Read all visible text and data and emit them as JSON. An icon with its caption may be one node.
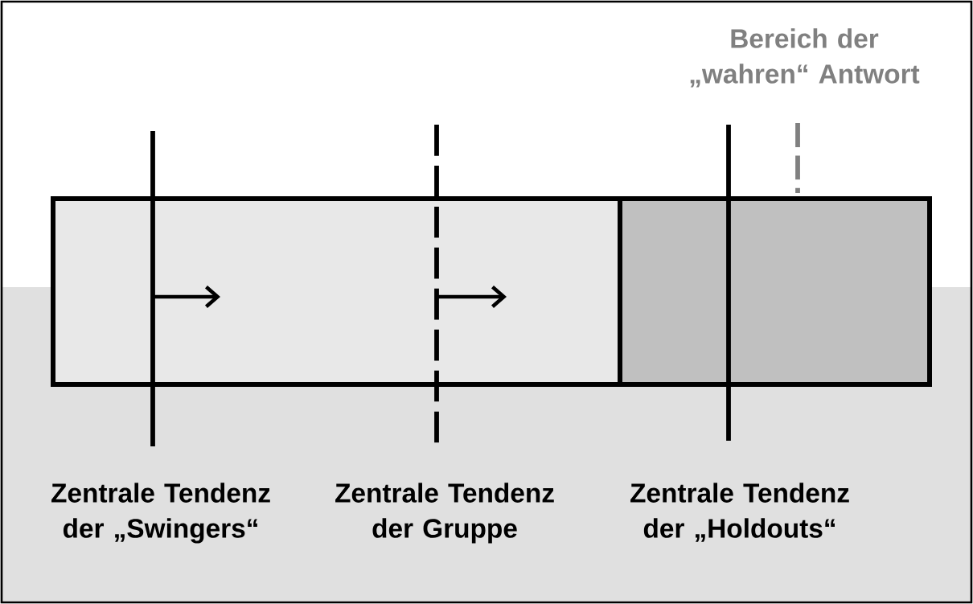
{
  "diagram": {
    "labels": [
      "Bereich der „wahren“ Antwort",
      "Zentrale Tendenz der „Swingers“",
      "Zentrale Tendenz der Gruppe",
      "Zentrale Tendenz der „Holdouts“"
    ]
  }
}
